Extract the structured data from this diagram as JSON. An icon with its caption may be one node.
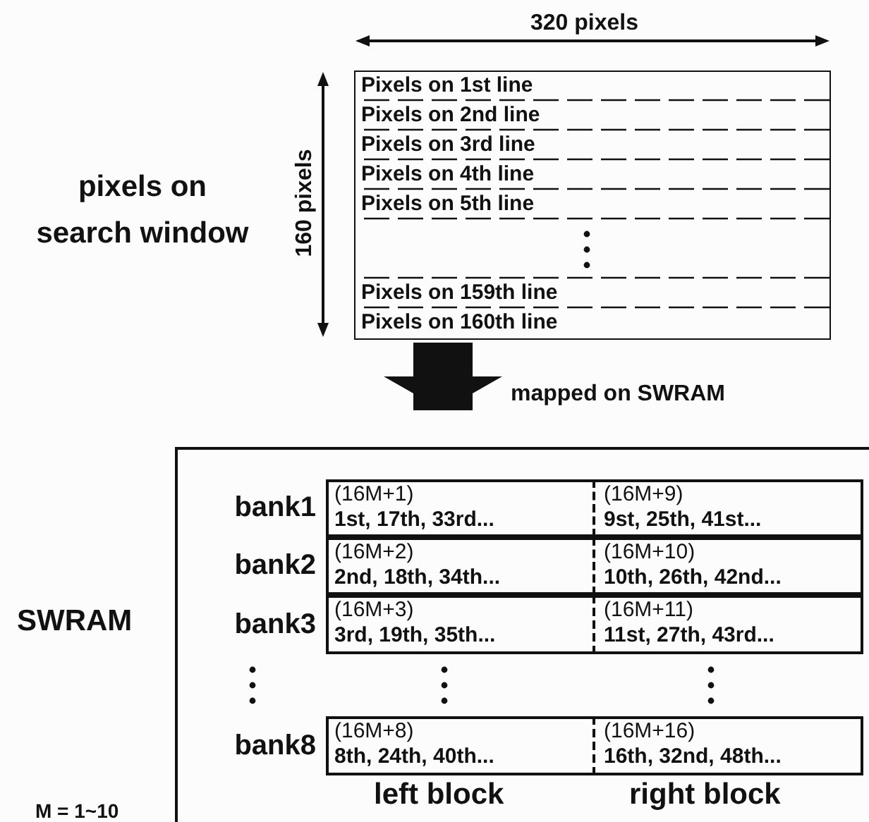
{
  "diagram": {
    "nodes": [
      {
        "text": [],
        "shape": "box",
        "beside": [
          "pixels on search window"
        ]
      },
      {
        "text": [
          "Pixels on 1st line"
        ],
        "in": 0
      },
      {
        "text": [
          "Pixels on 2nd line"
        ],
        "in": 0
      },
      {
        "text": [
          "Pixels on 3rd line"
        ],
        "in": 0
      },
      {
        "text": [
          "Pixels on 4th line"
        ],
        "in": 0
      },
      {
        "text": [
          "Pixels on 5th line"
        ],
        "in": 0
      },
      {
        "text": [
          "Pixels on 159th line"
        ],
        "in": 0
      },
      {
        "text": [
          "Pixels on 160th line"
        ],
        "in": 0
      },
      {
        "text": [],
        "shape": "box",
        "beside": [
          "SWRAM"
        ]
      },
      {
        "text": [
          "bank1"
        ],
        "in": 8
      },
      {
        "text": [
          "(16M+1)",
          "1st, 17th, 33rd..."
        ],
        "in": 9
      },
      {
        "text": [
          "(16M+9)",
          "9st, 25th, 41st..."
        ],
        "in": 9
      },
      {
        "text": [
          "bank2"
        ],
        "in": 8
      },
      {
        "text": [
          "(16M+2)",
          "2nd, 18th, 34th..."
        ],
        "in": 12
      },
      {
        "text": [
          "(16M+10)",
          "10th, 26th, 42nd..."
        ],
        "in": 12
      },
      {
        "text": [
          "bank3"
        ],
        "in": 8
      },
      {
        "text": [
          "(16M+3)",
          "3rd, 19th, 35th..."
        ],
        "in": 15
      },
      {
        "text": [
          "(16M+11)",
          "11st, 27th, 43rd..."
        ],
        "in": 15
      },
      {
        "text": [
          "bank8"
        ],
        "in": 8
      },
      {
        "text": [
          "(16M+8)",
          "8th, 24th, 40th..."
        ],
        "in": 18
      },
      {
        "text": [
          "(16M+16)",
          "16th, 32nd, 48th..."
        ],
        "in": 18
      }
    ],
    "edges": [
      {
        "from": 0,
        "to": 8,
        "arrow": "to",
        "label": "mapped on SWRAM"
      }
    ],
    "labels": [
      "320 pixels",
      "160 pixels",
      "left block",
      "right block",
      "M = 1~10"
    ]
  }
}
